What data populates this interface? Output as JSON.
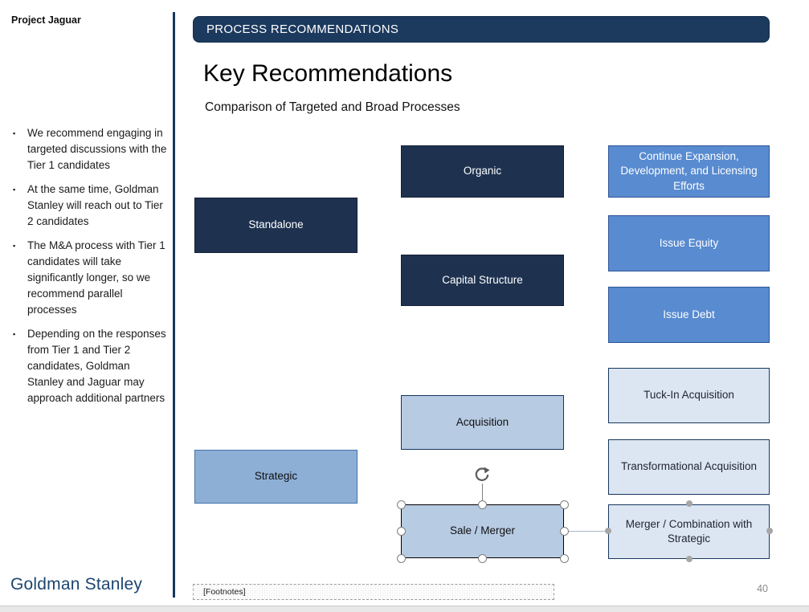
{
  "left_panel": {
    "project_label": "Project Jaguar",
    "logo_text": "Goldman Stanley",
    "bullet_marker": "▪",
    "bullets": [
      "We recommend engaging in targeted discussions with the Tier 1 candidates",
      "At the same time, Goldman Stanley will reach out to Tier 2 candidates",
      "The M&A process with Tier 1 candidates will take significantly longer, so we recommend parallel processes",
      "Depending on the responses from Tier 1 and Tier 2 candidates, Goldman Stanley and Jaguar may approach additional partners"
    ]
  },
  "header": {
    "label": "PROCESS RECOMMENDATIONS"
  },
  "content": {
    "title": "Key Recommendations",
    "subtitle": "Comparison of Targeted and Broad Processes",
    "footnotes_placeholder": "[Footnotes]",
    "page_number": "40"
  },
  "diagram": {
    "boxes": [
      {
        "id": "standalone",
        "label": "Standalone",
        "style": "dark",
        "selected": false
      },
      {
        "id": "strategic",
        "label": "Strategic",
        "style": "soft",
        "selected": false
      },
      {
        "id": "organic",
        "label": "Organic",
        "style": "dark",
        "selected": false
      },
      {
        "id": "capital",
        "label": "Capital Structure",
        "style": "dark",
        "selected": false
      },
      {
        "id": "acquisition",
        "label": "Acquisition",
        "style": "pale",
        "selected": false
      },
      {
        "id": "sale-merger",
        "label": "Sale / Merger",
        "style": "pale",
        "selected": true
      },
      {
        "id": "continue-expansion",
        "label": "Continue Expansion, Development, and Licensing Efforts",
        "style": "medium",
        "selected": false
      },
      {
        "id": "issue-equity",
        "label": "Issue Equity",
        "style": "medium",
        "selected": false
      },
      {
        "id": "issue-debt",
        "label": "Issue Debt",
        "style": "medium",
        "selected": false
      },
      {
        "id": "tuck-in",
        "label": "Tuck-In Acquisition",
        "style": "light",
        "selected": false
      },
      {
        "id": "transformational",
        "label": "Transformational Acquisition",
        "style": "light",
        "selected": false
      },
      {
        "id": "merger-combination",
        "label": "Merger / Combination with Strategic",
        "style": "light",
        "selected": false
      }
    ]
  },
  "colors": {
    "accent_navy": "#1c3a5e",
    "dark_box": "#1e3250",
    "medium_blue_box": "#588bd0",
    "soft_blue_box": "#8dafd6",
    "pale_blue_box": "#b7cbe3",
    "lightest_blue_box": "#dce6f2",
    "logo_navy": "#1c4670"
  }
}
